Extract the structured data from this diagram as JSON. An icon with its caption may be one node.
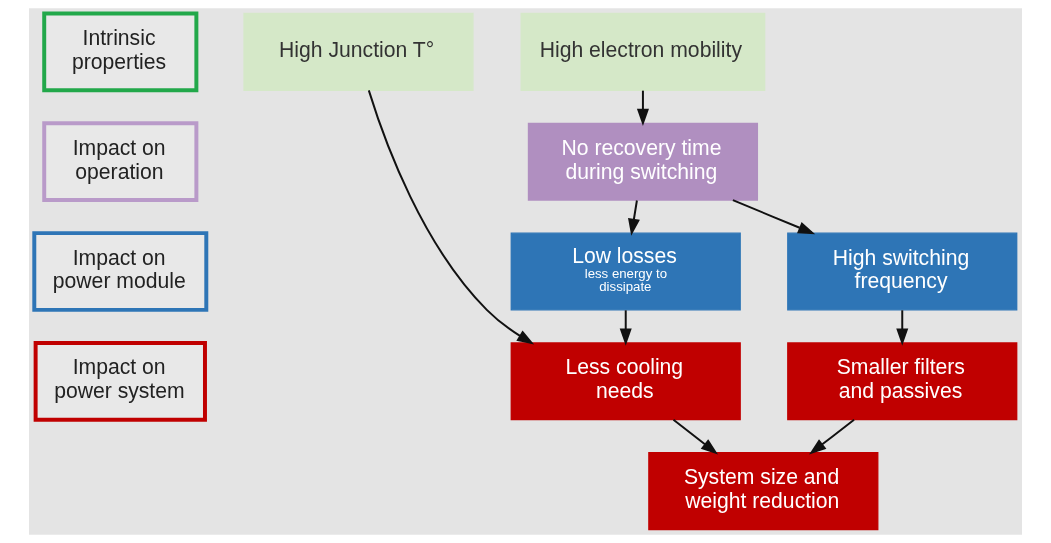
{
  "diagram": {
    "nodes": [
      {
        "text": [
          "Intrinsic properties"
        ]
      },
      {
        "text": [
          "High Junction T°"
        ]
      },
      {
        "text": [
          "High electron mobility"
        ]
      },
      {
        "text": [
          "Impact on operation"
        ]
      },
      {
        "text": [
          "No recovery time during switching"
        ]
      },
      {
        "text": [
          "Impact on power module"
        ]
      },
      {
        "text": [
          "Low losses",
          "less energy to dissipate"
        ]
      },
      {
        "text": [
          "High switching frequency"
        ]
      },
      {
        "text": [
          "Impact on power system"
        ]
      },
      {
        "text": [
          "Less cooling needs"
        ]
      },
      {
        "text": [
          "Smaller filters and passives"
        ]
      },
      {
        "text": [
          "System size and weight reduction"
        ]
      }
    ],
    "edges": [
      {
        "from": 1,
        "to": 9,
        "arrow": "to"
      },
      {
        "from": 2,
        "to": 4,
        "arrow": "to"
      },
      {
        "from": 4,
        "to": 6,
        "arrow": "to"
      },
      {
        "from": 4,
        "to": 7,
        "arrow": "to"
      },
      {
        "from": 6,
        "to": 9,
        "arrow": "to"
      },
      {
        "from": 7,
        "to": 10,
        "arrow": "to"
      },
      {
        "from": 9,
        "to": 11,
        "arrow": "to"
      },
      {
        "from": 10,
        "to": 11,
        "arrow": "to"
      }
    ]
  }
}
